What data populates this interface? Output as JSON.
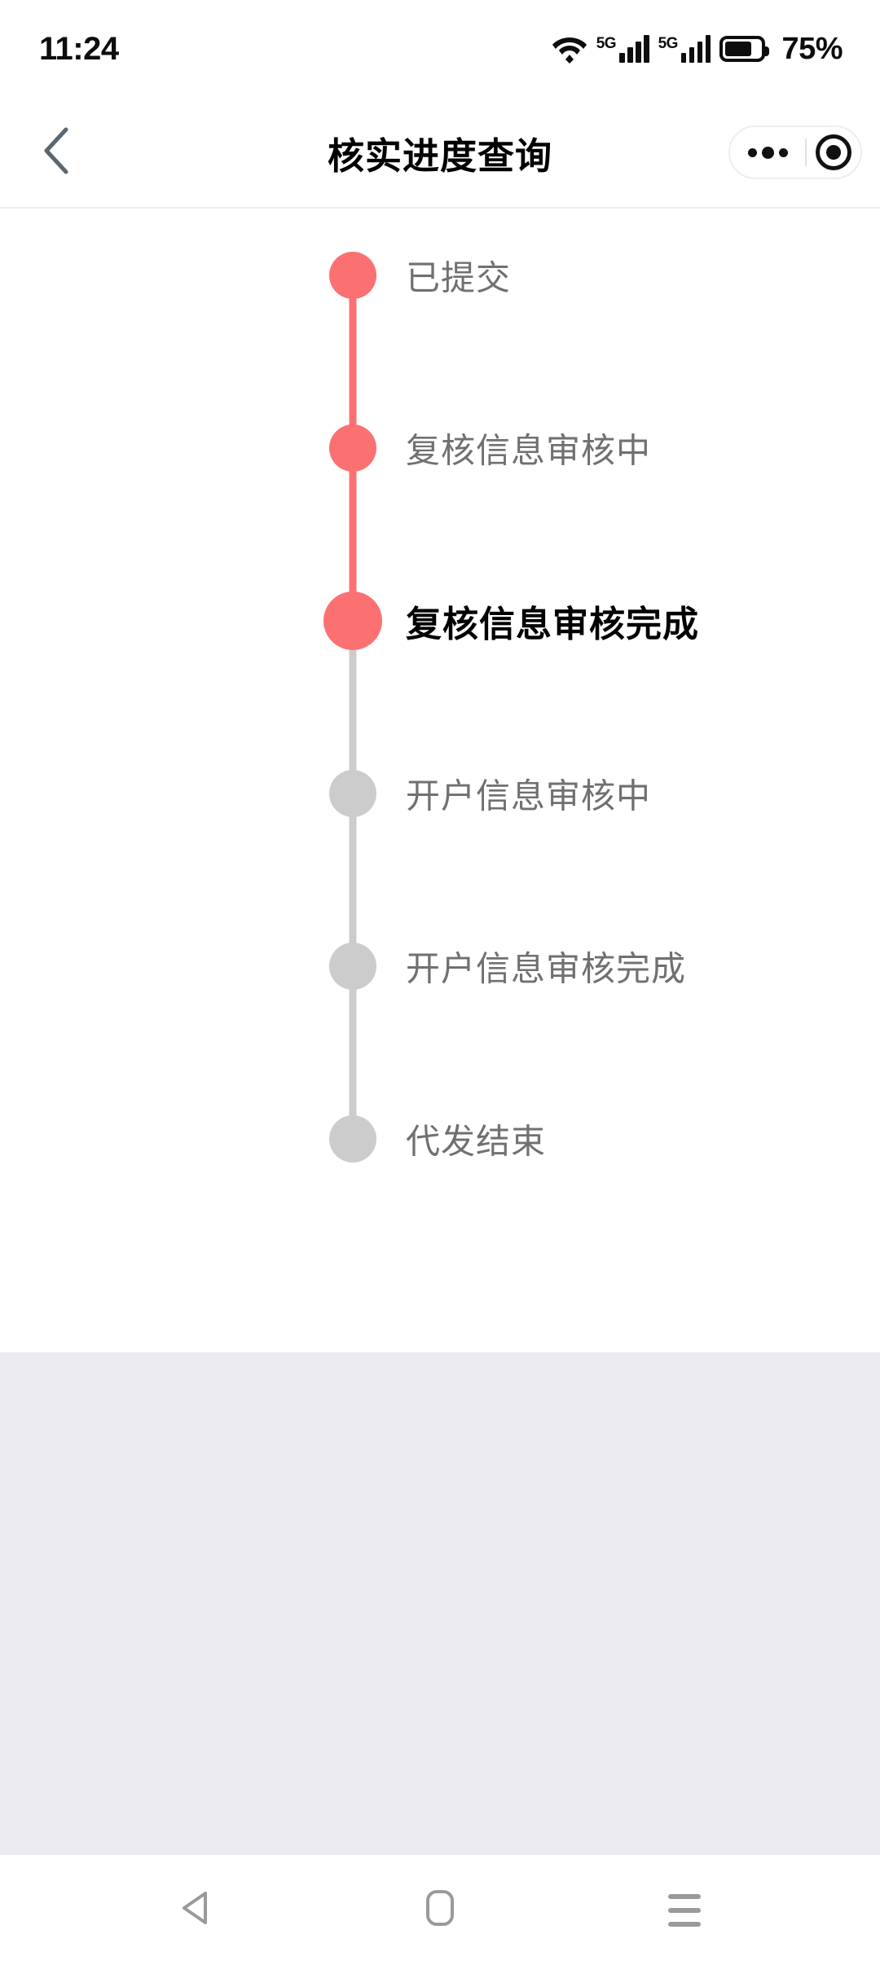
{
  "status_bar": {
    "time": "11:24",
    "battery_percent": "75%",
    "battery_level": 75,
    "wifi_icon": "wifi-icon",
    "sim1_network": "5G",
    "sim2_network": "5G",
    "sim1_icon": "signal-bars-icon",
    "sim2_icon": "signal-bars-icon",
    "battery_icon": "battery-icon"
  },
  "nav_header": {
    "back_icon": "back-chevron-icon",
    "title": "核实进度查询",
    "capsule": {
      "menu_icon": "more-dots-icon",
      "close_icon": "target-circle-icon"
    }
  },
  "colors": {
    "accent": "#fb7171",
    "inactive": "#cccccc",
    "inactive_text": "#707070",
    "active_text": "#000000",
    "page_background": "#eaeaf0",
    "card_background": "#ffffff"
  },
  "timeline": {
    "current_step_index": 2,
    "steps": [
      {
        "label": "已提交",
        "state": "done"
      },
      {
        "label": "复核信息审核中",
        "state": "done"
      },
      {
        "label": "复核信息审核完成",
        "state": "current"
      },
      {
        "label": "开户信息审核中",
        "state": "pending"
      },
      {
        "label": "开户信息审核完成",
        "state": "pending"
      },
      {
        "label": "代发结束",
        "state": "pending"
      }
    ]
  },
  "android_nav": {
    "back_icon": "nav-back-triangle-icon",
    "home_icon": "nav-home-square-icon",
    "recents_icon": "nav-recents-lines-icon"
  }
}
